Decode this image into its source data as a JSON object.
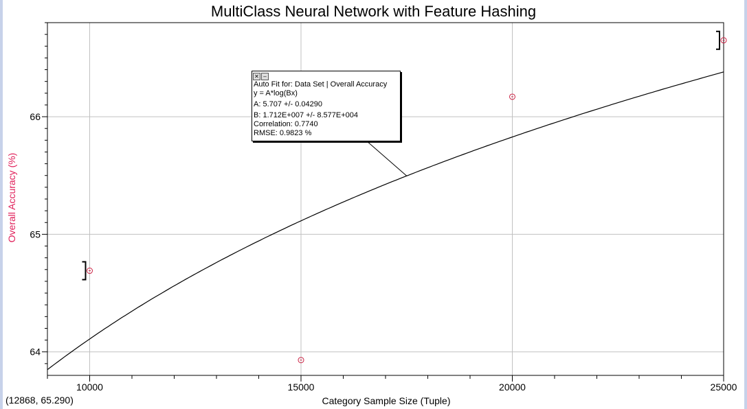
{
  "title": "MultiClass Neural Network with Feature Hashing",
  "xlabel": "Category Sample Size (Tuple)",
  "ylabel": "Overall Accuracy (%)",
  "cursor_readout": "(12868, 65.290)",
  "fit_box": {
    "close_icon": "close-icon",
    "minimize_icon": "minimize-icon",
    "line1": "Auto Fit for: Data Set | Overall Accuracy",
    "line2": "y = A*log(Bx)",
    "line3": "A: 5.707 +/- 0.04290",
    "line4": "B: 1.712E+007 +/- 8.577E+004",
    "line5": "Correlation: 0.7740",
    "line6": "RMSE: 0.9823 %"
  },
  "chart_data": {
    "type": "scatter",
    "title": "MultiClass Neural Network with Feature Hashing",
    "xlabel": "Category Sample Size (Tuple)",
    "ylabel": "Overall Accuracy (%)",
    "xlim": [
      9000,
      25000
    ],
    "ylim": [
      63.8,
      66.8
    ],
    "x_ticks": [
      10000,
      15000,
      20000,
      25000
    ],
    "y_ticks": [
      64,
      65,
      66
    ],
    "grid": true,
    "points": [
      {
        "x": 10000,
        "y": 64.69
      },
      {
        "x": 15000,
        "y": 63.93
      },
      {
        "x": 20000,
        "y": 66.17
      },
      {
        "x": 25000,
        "y": 66.65
      }
    ],
    "fit": {
      "equation": "y = A*log(Bx)",
      "A": 5.707,
      "B": 17120000
    },
    "colors": {
      "points": "#cc2244",
      "curve": "#000000",
      "grid": "#c0c0c0",
      "ylabel": "#e0205a"
    }
  }
}
